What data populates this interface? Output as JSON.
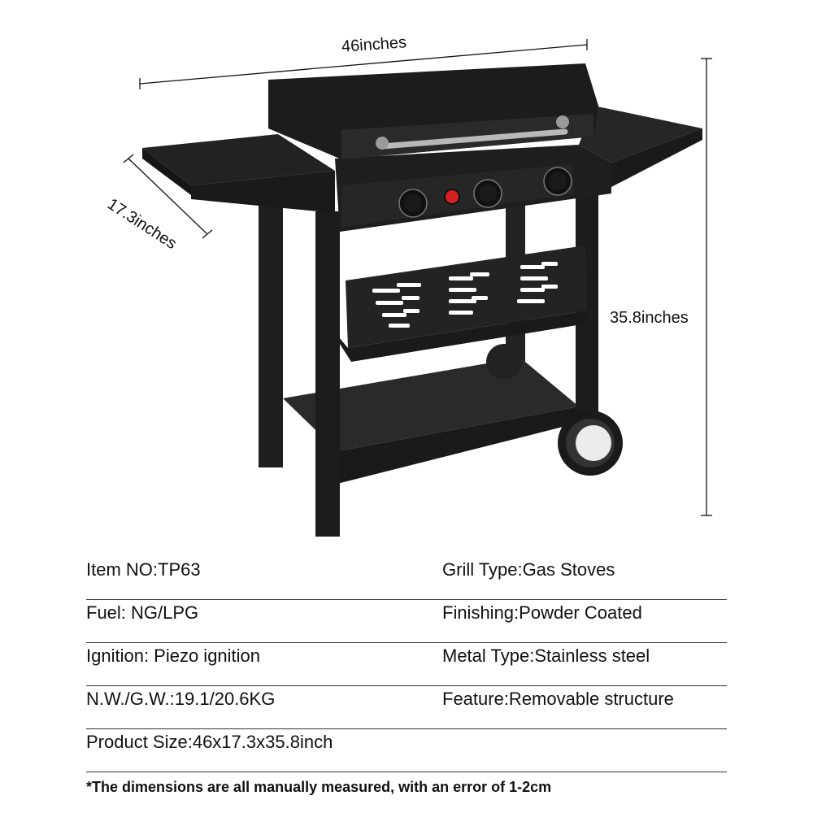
{
  "dimensions": {
    "width": "46inches",
    "depth": "17.3inches",
    "height": "35.8inches"
  },
  "specs": [
    {
      "left": "Item NO:TP63",
      "right": "Grill Type:Gas Stoves"
    },
    {
      "left": "Fuel: NG/LPG",
      "right": "Finishing:Powder Coated"
    },
    {
      "left": "Ignition: Piezo ignition",
      "right": "Metal Type:Stainless steel"
    },
    {
      "left": "N.W./G.W.:19.1/20.6KG",
      "right": "Feature:Removable structure"
    },
    {
      "left": "Product Size:46x17.3x35.8inch",
      "right": ""
    }
  ],
  "note": "*The dimensions are all manually measured, with an error of 1-2cm",
  "colors": {
    "grill_body": "#1e1e1e",
    "grill_shade": "#2c2c2c",
    "handle": "#b8b8b8",
    "ignition_button": "#d42020"
  }
}
